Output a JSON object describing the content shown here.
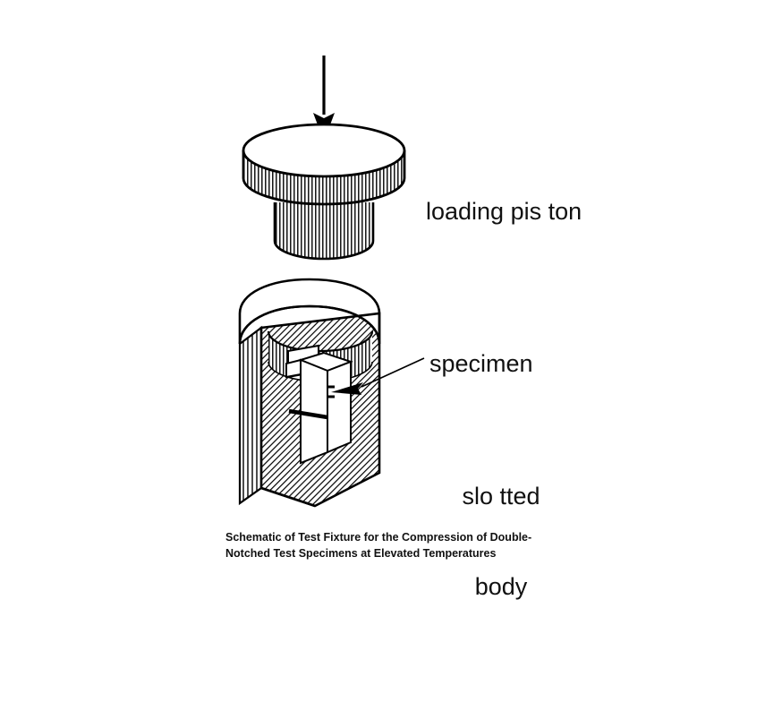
{
  "figure": {
    "caption": "Schematic of Test Fixture for the Compression of Double-Notched Test Specimens at Elevated Temperatures",
    "background_color": "#ffffff",
    "ink_color": "#000000"
  },
  "labels": {
    "loading_piston": "loading pis ton",
    "specimen": "specimen",
    "slotted_body_line1": "slo tted",
    "slotted_body_line2": "body"
  },
  "parts": {
    "load_arrow": {
      "name": "load-direction-arrow",
      "description": "downward vertical arrow indicating applied compressive load"
    },
    "piston": {
      "name": "loading-piston",
      "flange_hatch_lines": 44,
      "shaft_hatch_lines": 30
    },
    "body": {
      "name": "slotted-body",
      "hatch_style": "diagonal-cross-section",
      "rim_hatch_lines": 26
    },
    "specimen": {
      "name": "test-specimen",
      "shape": "double-notched-bar"
    }
  }
}
